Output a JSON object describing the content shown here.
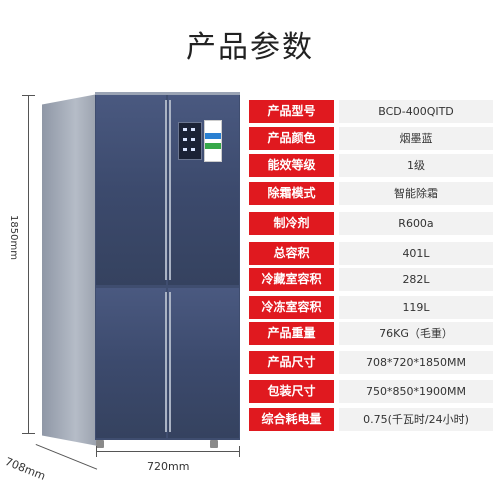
{
  "page_title": "产品参数",
  "dimensions": {
    "height": "1850mm",
    "width": "720mm",
    "depth": "708mm"
  },
  "specs": [
    {
      "label": "产品型号",
      "value": "BCD-400QITD"
    },
    {
      "label": "产品颜色",
      "value": "烟墨蓝"
    },
    {
      "label": "能效等级",
      "value": "1级"
    },
    {
      "label": "除霜模式",
      "value": "智能除霜"
    },
    {
      "label": "制冷剂",
      "value": "R600a"
    },
    {
      "label": "总容积",
      "value": "401L"
    },
    {
      "label": "冷藏室容积",
      "value": "282L"
    },
    {
      "label": "冷冻室容积",
      "value": "119L"
    },
    {
      "label": "产品重量",
      "value": "76KG（毛重）"
    },
    {
      "label": "产品尺寸",
      "value": "708*720*1850MM"
    },
    {
      "label": "包装尺寸",
      "value": "750*850*1900MM"
    },
    {
      "label": "综合耗电量",
      "value": "0.75(千瓦时/24小时)"
    }
  ],
  "colors": {
    "label_bg": "#e0191f",
    "value_bg": "#f2f2f2",
    "fridge_front": "#3f4d6f"
  }
}
